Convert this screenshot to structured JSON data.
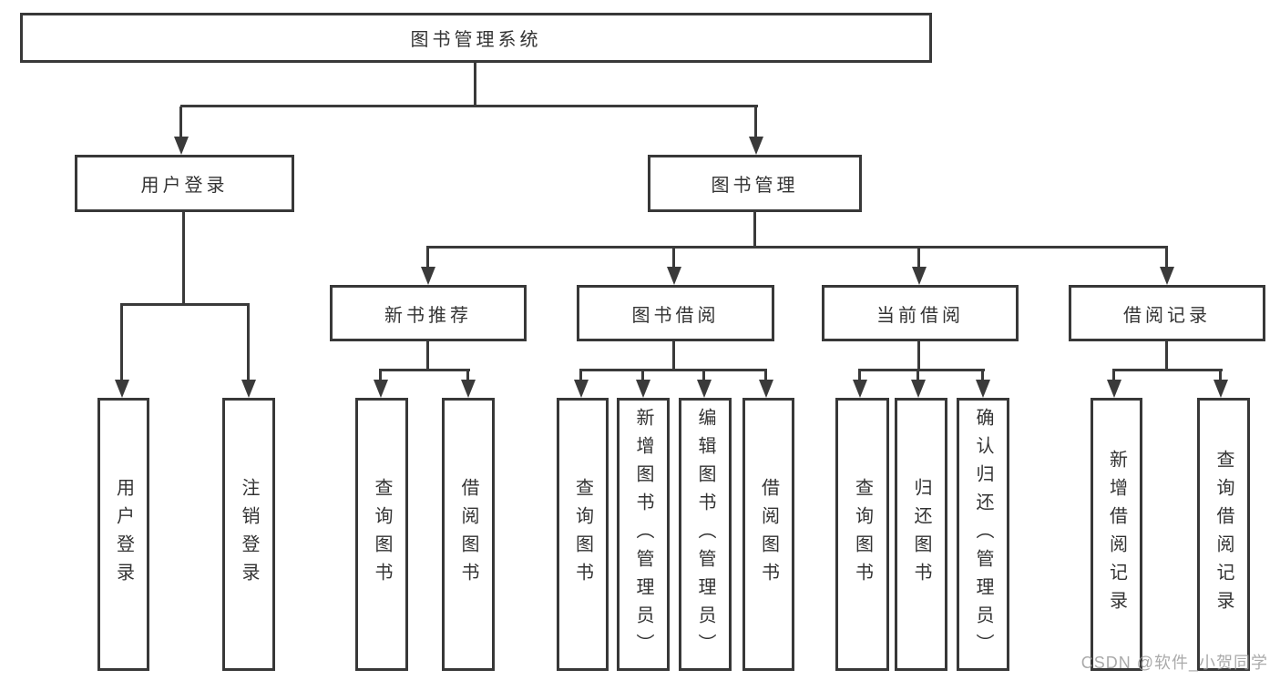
{
  "diagram": {
    "root": {
      "label": "图书管理系统"
    },
    "level2": [
      {
        "label": "用户登录",
        "children": [
          "用户登录",
          "注销登录"
        ]
      },
      {
        "label": "图书管理",
        "children": [
          "新书推荐",
          "图书借阅",
          "当前借阅",
          "借阅记录"
        ]
      }
    ],
    "level3": [
      {
        "label": "新书推荐",
        "children": [
          "查询图书",
          "借阅图书"
        ]
      },
      {
        "label": "图书借阅",
        "children": [
          "查询图书",
          "新增图书（管理员）",
          "编辑图书（管理员）",
          "借阅图书"
        ]
      },
      {
        "label": "当前借阅",
        "children": [
          "查询图书",
          "归还图书",
          "确认归还（管理员）"
        ]
      },
      {
        "label": "借阅记录",
        "children": [
          "新增借阅记录",
          "查询借阅记录"
        ]
      }
    ],
    "leaves": [
      "用户登录",
      "注销登录",
      "查询图书",
      "借阅图书",
      "查询图书",
      "新增图书（管理员）",
      "编辑图书（管理员）",
      "借阅图书",
      "查询图书",
      "归还图书",
      "确认归还（管理员）",
      "新增借阅记录",
      "查询借阅记录"
    ],
    "watermark": "CSDN @软件_小贺同学",
    "colors": {
      "line": "#3a3a3a",
      "border": "#383838",
      "text": "#333333",
      "watermark": "#9b9b9b",
      "background": "#ffffff"
    }
  }
}
